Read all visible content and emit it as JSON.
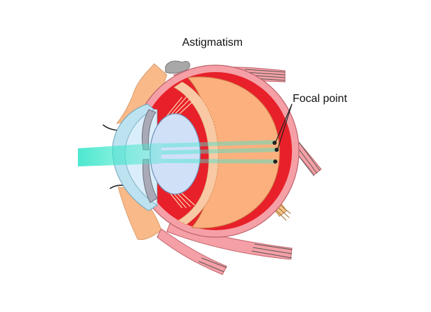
{
  "title": "Astigmatism",
  "labels": {
    "focal_point": "Focal point"
  },
  "parts": {
    "cornea": "cornea",
    "iris": "iris",
    "lens": "lens",
    "vitreous": "vitreous-body",
    "sclera": "sclera",
    "choroid": "choroid",
    "muscles": "extraocular-muscles",
    "optic_nerve": "optic-nerve",
    "light_beam": "incoming-light",
    "focal_points": "multiple-focal-points"
  },
  "colors": {
    "sclera": "#f5a0a6",
    "choroid": "#e8202a",
    "vitreous": "#fbb07e",
    "retina": "#f8c9a4",
    "lens": "#cfe0f7",
    "cornea": "#bde2f0",
    "iris": "#a9a9b7",
    "light": "#44e7cd",
    "focal": "#222222",
    "eyelid": "#f9b989"
  },
  "focal_point_count": 3
}
